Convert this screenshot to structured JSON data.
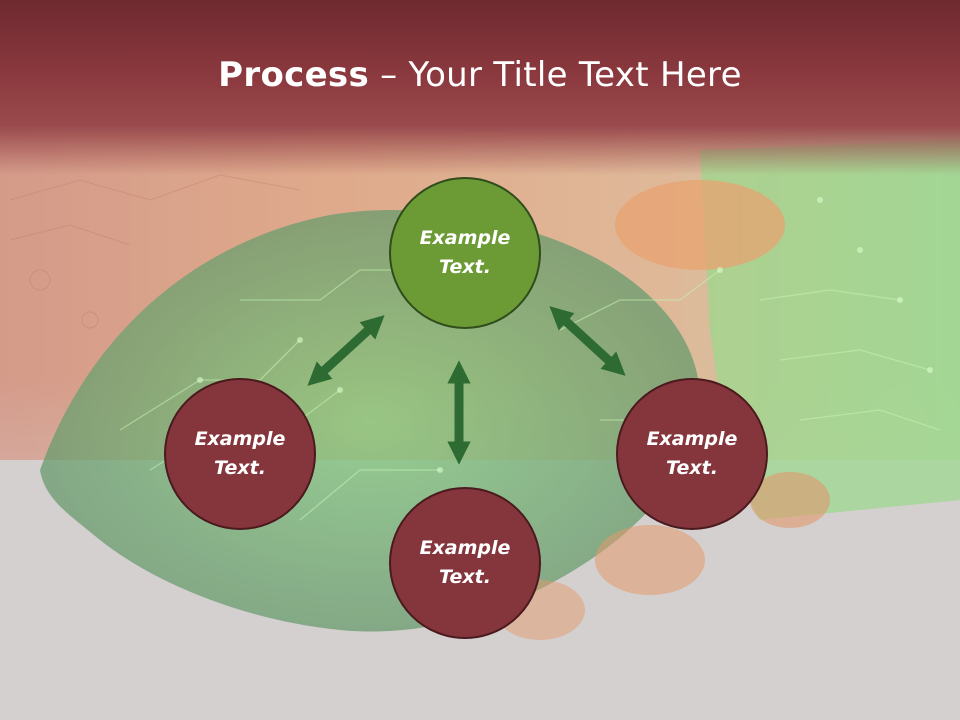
{
  "slide": {
    "title_bold": "Process",
    "title_rest": " – Your Title Text Here"
  },
  "nodes": {
    "top": "Example\nText.",
    "left": "Example\nText.",
    "right": "Example\nText.",
    "bottom": "Example\nText."
  },
  "colors": {
    "title_band": "#8c3a3f",
    "center_node": "#6c9a35",
    "outer_node": "#85363c",
    "arrow": "#2e6b33"
  },
  "background_image": "circuit-board-hands"
}
